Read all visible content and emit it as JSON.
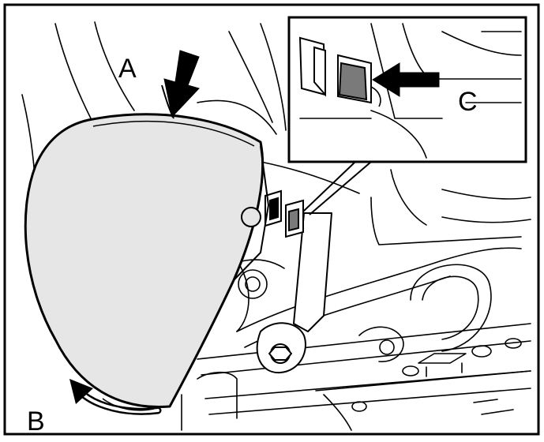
{
  "callouts": {
    "a": "A",
    "b": "B",
    "c": "C"
  },
  "colors": {
    "line": "#000000",
    "cover_fill": "#e6e6e6",
    "tab_fill": "#7a7a7a",
    "background": "#ffffff"
  }
}
